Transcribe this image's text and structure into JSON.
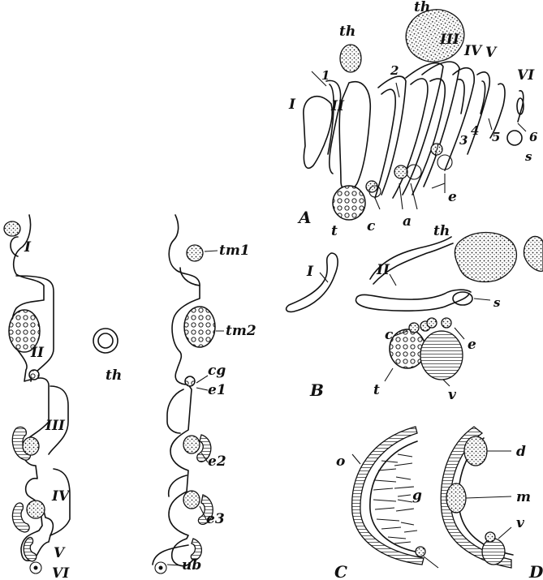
{
  "left_diagram": {
    "arch_labels": [
      "I",
      "II",
      "III",
      "IV",
      "V",
      "VI"
    ],
    "center_label": "th",
    "right_labels": [
      "tm1",
      "tm2",
      "cg",
      "e1",
      "e2",
      "e3",
      "ub"
    ]
  },
  "panel_a": {
    "panel_label": "A",
    "labels": [
      "th",
      "th",
      "1",
      "2",
      "I",
      "II",
      "III",
      "IV",
      "V",
      "VI",
      "3",
      "4",
      "5",
      "6",
      "s",
      "t",
      "c",
      "a",
      "e"
    ]
  },
  "panel_b": {
    "panel_label": "B",
    "labels": [
      "th",
      "I",
      "II",
      "s",
      "c",
      "e",
      "t",
      "v"
    ]
  },
  "panel_c": {
    "panel_label": "C",
    "labels": [
      "o",
      "g"
    ]
  },
  "panel_d": {
    "panel_label": "D",
    "labels": [
      "d",
      "m",
      "v"
    ]
  }
}
